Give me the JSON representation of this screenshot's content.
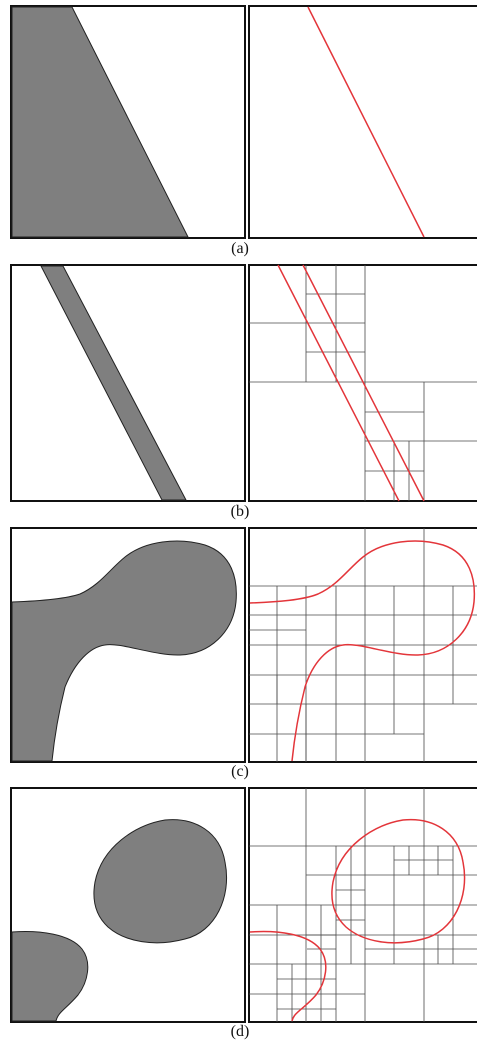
{
  "figure": {
    "rows": [
      {
        "label": "(a)",
        "case": "single-edge"
      },
      {
        "label": "(b)",
        "case": "thin-band"
      },
      {
        "label": "(c)",
        "case": "bulb-region"
      },
      {
        "label": "(d)",
        "case": "two-regions"
      }
    ],
    "colors": {
      "shape_fill": "#7f7f7f",
      "contour": "#e3353a",
      "grid": "#4a4a4a",
      "frame": "#111111"
    }
  }
}
